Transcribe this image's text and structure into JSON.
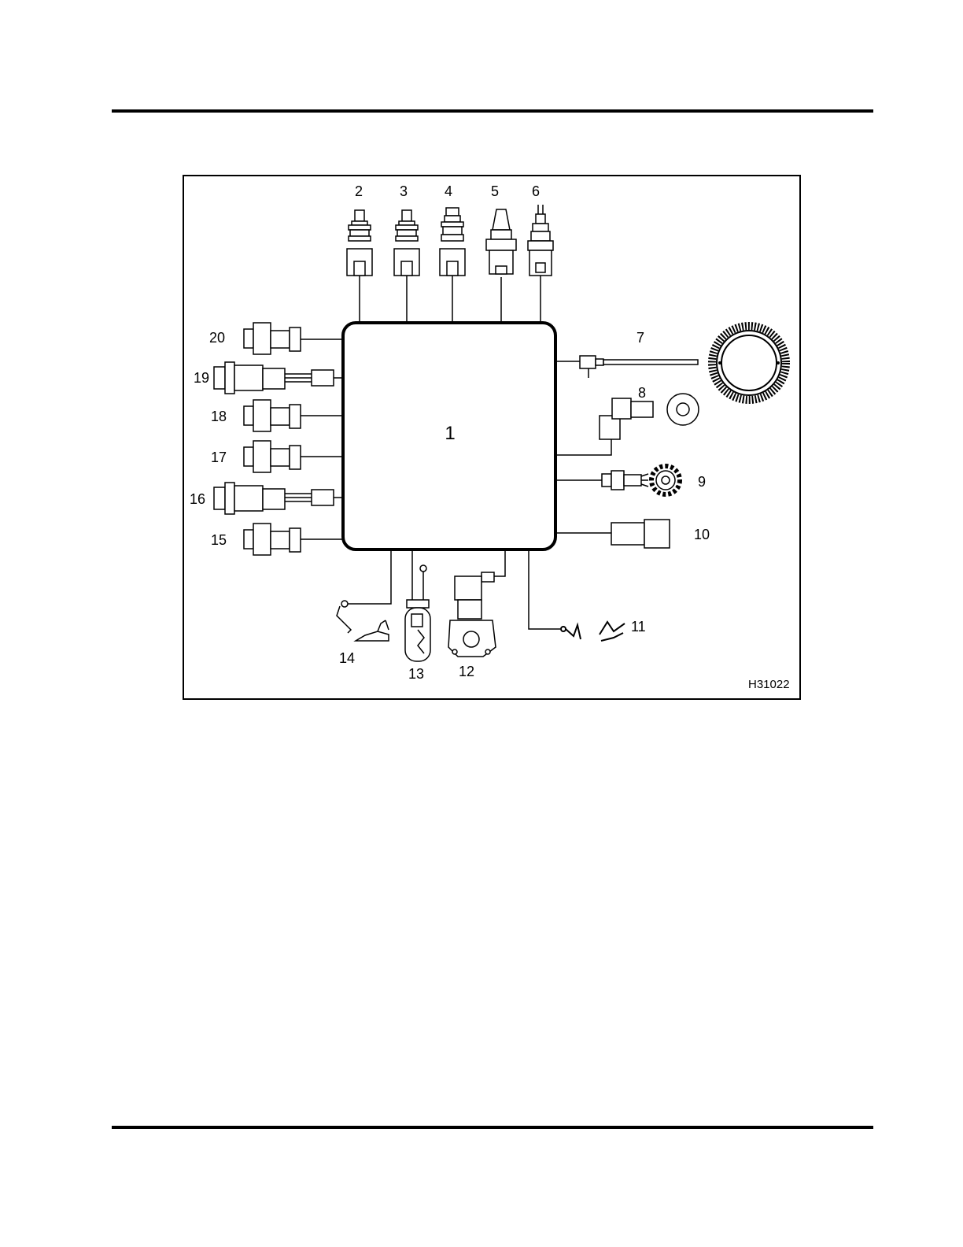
{
  "figure": {
    "center_label": "1",
    "top_callouts": [
      "2",
      "3",
      "4",
      "5",
      "6"
    ],
    "left_callouts": [
      "20",
      "19",
      "18",
      "17",
      "16",
      "15"
    ],
    "right_callouts": [
      "7",
      "8",
      "9",
      "10",
      "11"
    ],
    "bottom_callouts": [
      "14",
      "13",
      "12"
    ],
    "figure_code": "H31022"
  },
  "colors": {
    "ink": "#000000",
    "paper": "#ffffff",
    "shade": "#d9d9d9"
  }
}
